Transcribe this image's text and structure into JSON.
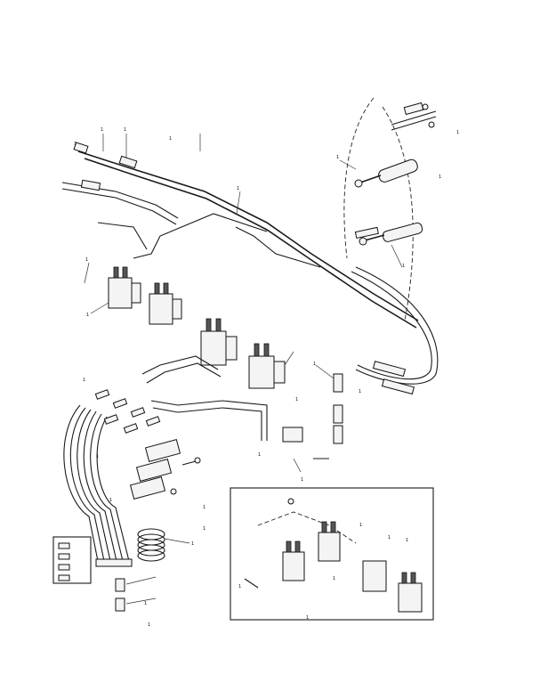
{
  "figure": {
    "callouts": [
      "1",
      "1",
      "1",
      "1",
      "1",
      "1",
      "1",
      "1",
      "1",
      "1",
      "1",
      "1",
      "1",
      "1",
      "1",
      "1",
      "1",
      "1",
      "1",
      "1",
      "1",
      "1",
      "1",
      "1"
    ],
    "inset_callouts": [
      "1",
      "1",
      "1",
      "1",
      "1",
      "1"
    ]
  }
}
